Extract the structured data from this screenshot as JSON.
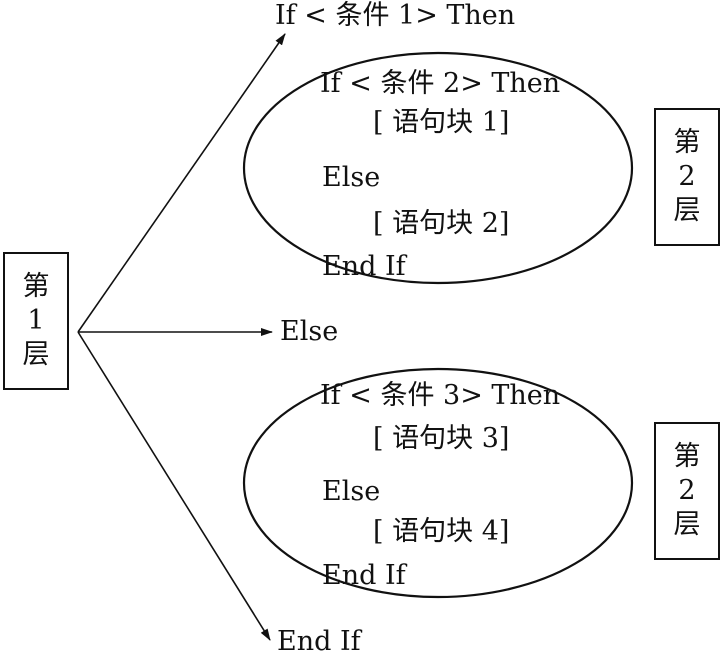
{
  "outer": {
    "if_line": "If < 条件 1>  Then",
    "else_line": "Else",
    "endif_line": "End If"
  },
  "level_box_1": {
    "line1": "第",
    "line2": "1",
    "line3": "层"
  },
  "level_box_2a": {
    "line1": "第",
    "line2": "2",
    "line3": "层"
  },
  "level_box_2b": {
    "line1": "第",
    "line2": "2",
    "line3": "层"
  },
  "inner_block_1": {
    "if_line": "If < 条件 2>  Then",
    "stmt_1": "[ 语句块 1]",
    "else_line": "Else",
    "stmt_2": "[ 语句块 2]",
    "endif_line": "End If"
  },
  "inner_block_2": {
    "if_line": "If < 条件 3>  Then",
    "stmt_1": "[ 语句块 3]",
    "else_line": "Else",
    "stmt_2": "[ 语句块 4]",
    "endif_line": "End If"
  }
}
